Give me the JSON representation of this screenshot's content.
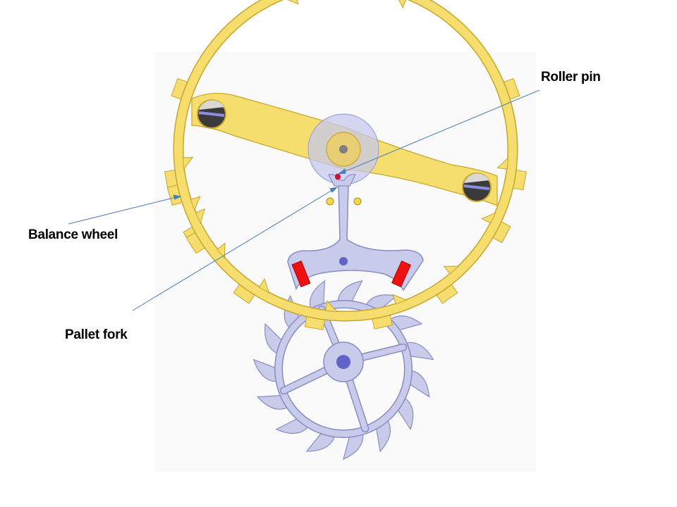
{
  "labels": {
    "roller_pin": "Roller pin",
    "balance_wheel": "Balance wheel",
    "pallet_fork": "Pallet fork"
  },
  "colors": {
    "balance": "#f5de6e",
    "balance_stroke": "#c9a52a",
    "escape": "#c9cbeb",
    "escape_stroke": "#8a8cc4",
    "jewel_pin": "#6163c8",
    "pallet_stone": "#ee1111",
    "leader_line": "#4a7ebb",
    "roller_disc": "#c5c8ee"
  }
}
